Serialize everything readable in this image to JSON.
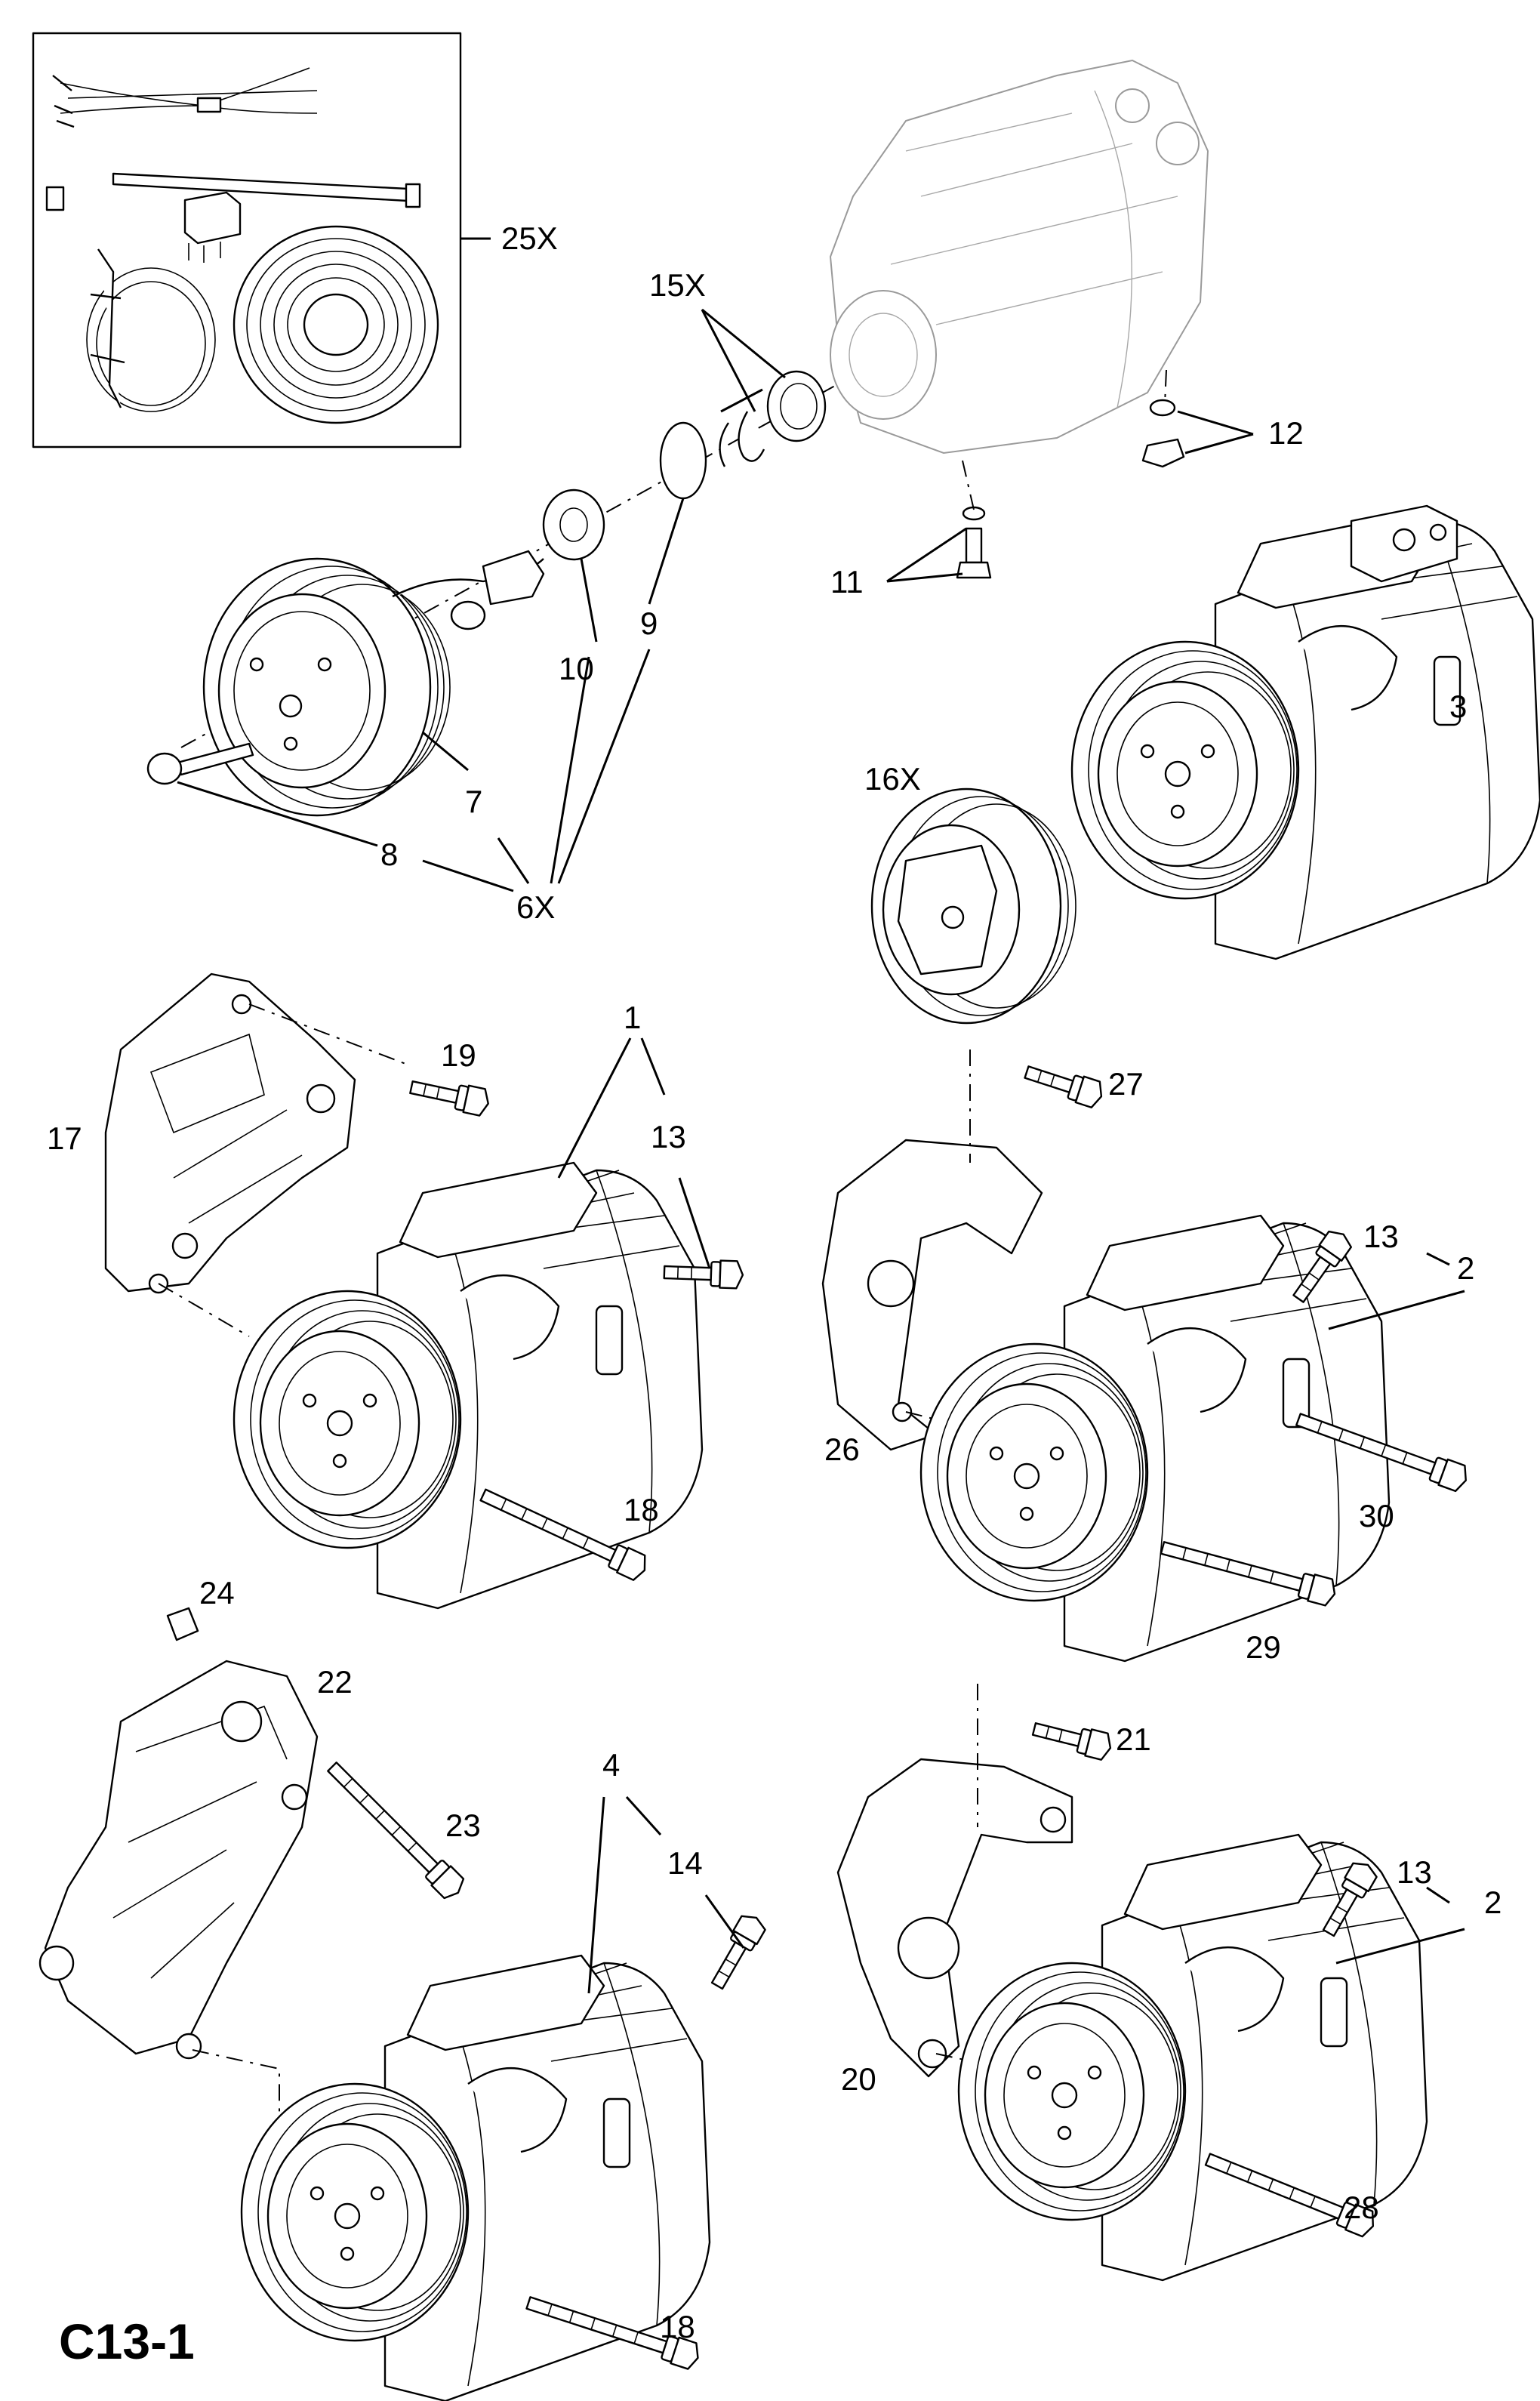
{
  "sheet_code": "C13-1",
  "callouts": {
    "c25X": "25X",
    "c15X": "15X",
    "c12": "12",
    "c11": "11",
    "c9": "9",
    "c10": "10",
    "c3": "3",
    "c16X": "16X",
    "c7": "7",
    "c8": "8",
    "c6X": "6X",
    "c1": "1",
    "c19": "19",
    "c13a": "13",
    "c17": "17",
    "c27": "27",
    "c13b": "13",
    "c2a": "2",
    "c26": "26",
    "c30": "30",
    "c18a": "18",
    "c29": "29",
    "c24": "24",
    "c22": "22",
    "c23": "23",
    "c4": "4",
    "c14": "14",
    "c21": "21",
    "c13c": "13",
    "c2b": "2",
    "c20": "20",
    "c28": "28",
    "c18b": "18"
  }
}
